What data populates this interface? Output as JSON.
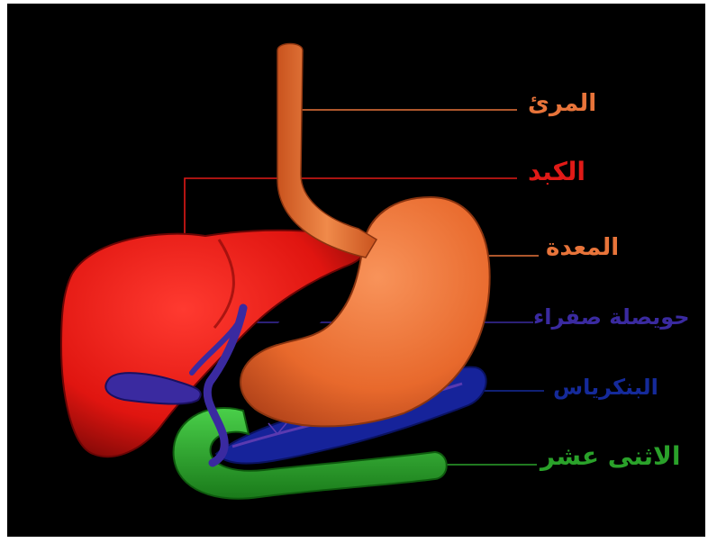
{
  "labels": {
    "esophagus": "المرئ",
    "liver": "الكبد",
    "stomach": "المعدة",
    "gallbladder": "حويصلة صفراء",
    "pancreas": "البنكرياس",
    "duodenum": "الاثنى عشر"
  },
  "colors": {
    "background": "#000000",
    "esophagus": "#e8743a",
    "liver": "#e01a17",
    "stomach": "#e8743a",
    "gallbladder": "#3a2aa0",
    "pancreas": "#152a9a",
    "duodenum": "#2aa12a"
  }
}
